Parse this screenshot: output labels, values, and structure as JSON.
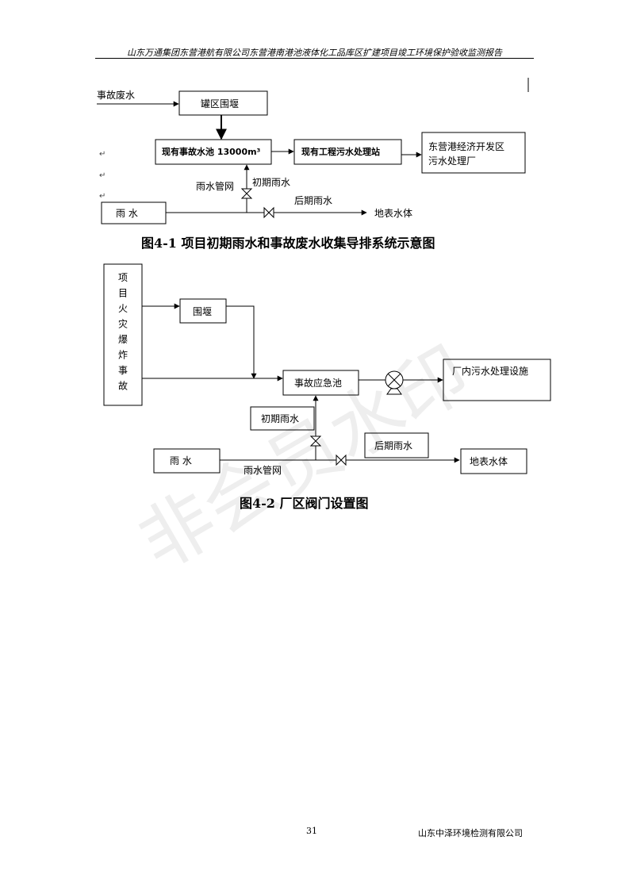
{
  "header": {
    "text": "山东万通集团东营港航有限公司东营港南港池液体化工品库区扩建项目竣工环境保护验收监测报告"
  },
  "watermark": {
    "text": "非会员水印"
  },
  "figure1": {
    "nodes": {
      "accident_wastewater": "事故废水",
      "tank_dike": "罐区围堰",
      "accident_pool": "现有事故水池 13000m³",
      "sewage_station": "现有工程污水处理站",
      "dev_zone_plant_line1": "东营港经济开发区",
      "dev_zone_plant_line2": "污水处理厂",
      "rain_pipe": "雨水管网",
      "initial_rain": "初期雨水",
      "later_rain": "后期雨水",
      "rain": "雨  水",
      "surface_water": "地表水体"
    },
    "caption": "图4-1    项目初期雨水和事故废水收集导排系统示意图"
  },
  "figure2": {
    "nodes": {
      "fire_accident": [
        "项",
        "目",
        "火",
        "灾",
        "爆",
        "炸",
        "事",
        "故"
      ],
      "dike": "围堰",
      "emergency_pool": "事故应急池",
      "plant_sewage_facility": "厂内污水处理设施",
      "initial_rain": "初期雨水",
      "later_rain": "后期雨水",
      "rain": "雨    水",
      "rain_pipe": "雨水管网",
      "surface_water": "地表水体"
    },
    "caption": "图4-2    厂区阀门设置图"
  },
  "footer": {
    "page_number": "31",
    "company": "山东中泽环境检测有限公司"
  }
}
